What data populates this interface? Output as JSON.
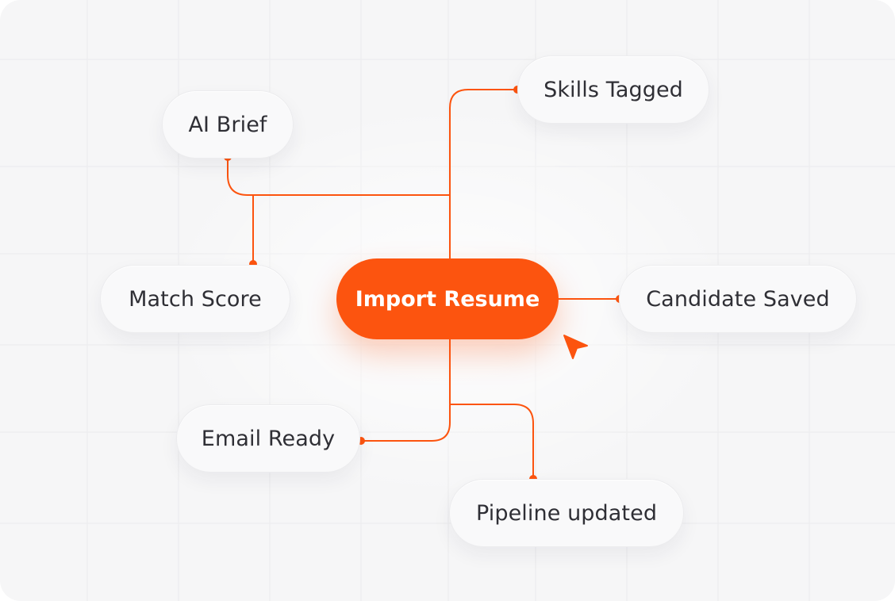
{
  "center_node": {
    "label": "Import Resume"
  },
  "nodes": {
    "ai_brief": "AI Brief",
    "skills_tagged": "Skills Tagged",
    "match_score": "Match Score",
    "candidate_saved": "Candidate Saved",
    "email_ready": "Email Ready",
    "pipeline_updated": "Pipeline updated"
  },
  "colors": {
    "accent": "#fc540f",
    "node_background": "#f9f9fa",
    "node_text": "#2f2f35",
    "canvas_background": "#f6f6f7"
  },
  "icons": {
    "cursor": "pointer-arrow-icon"
  }
}
